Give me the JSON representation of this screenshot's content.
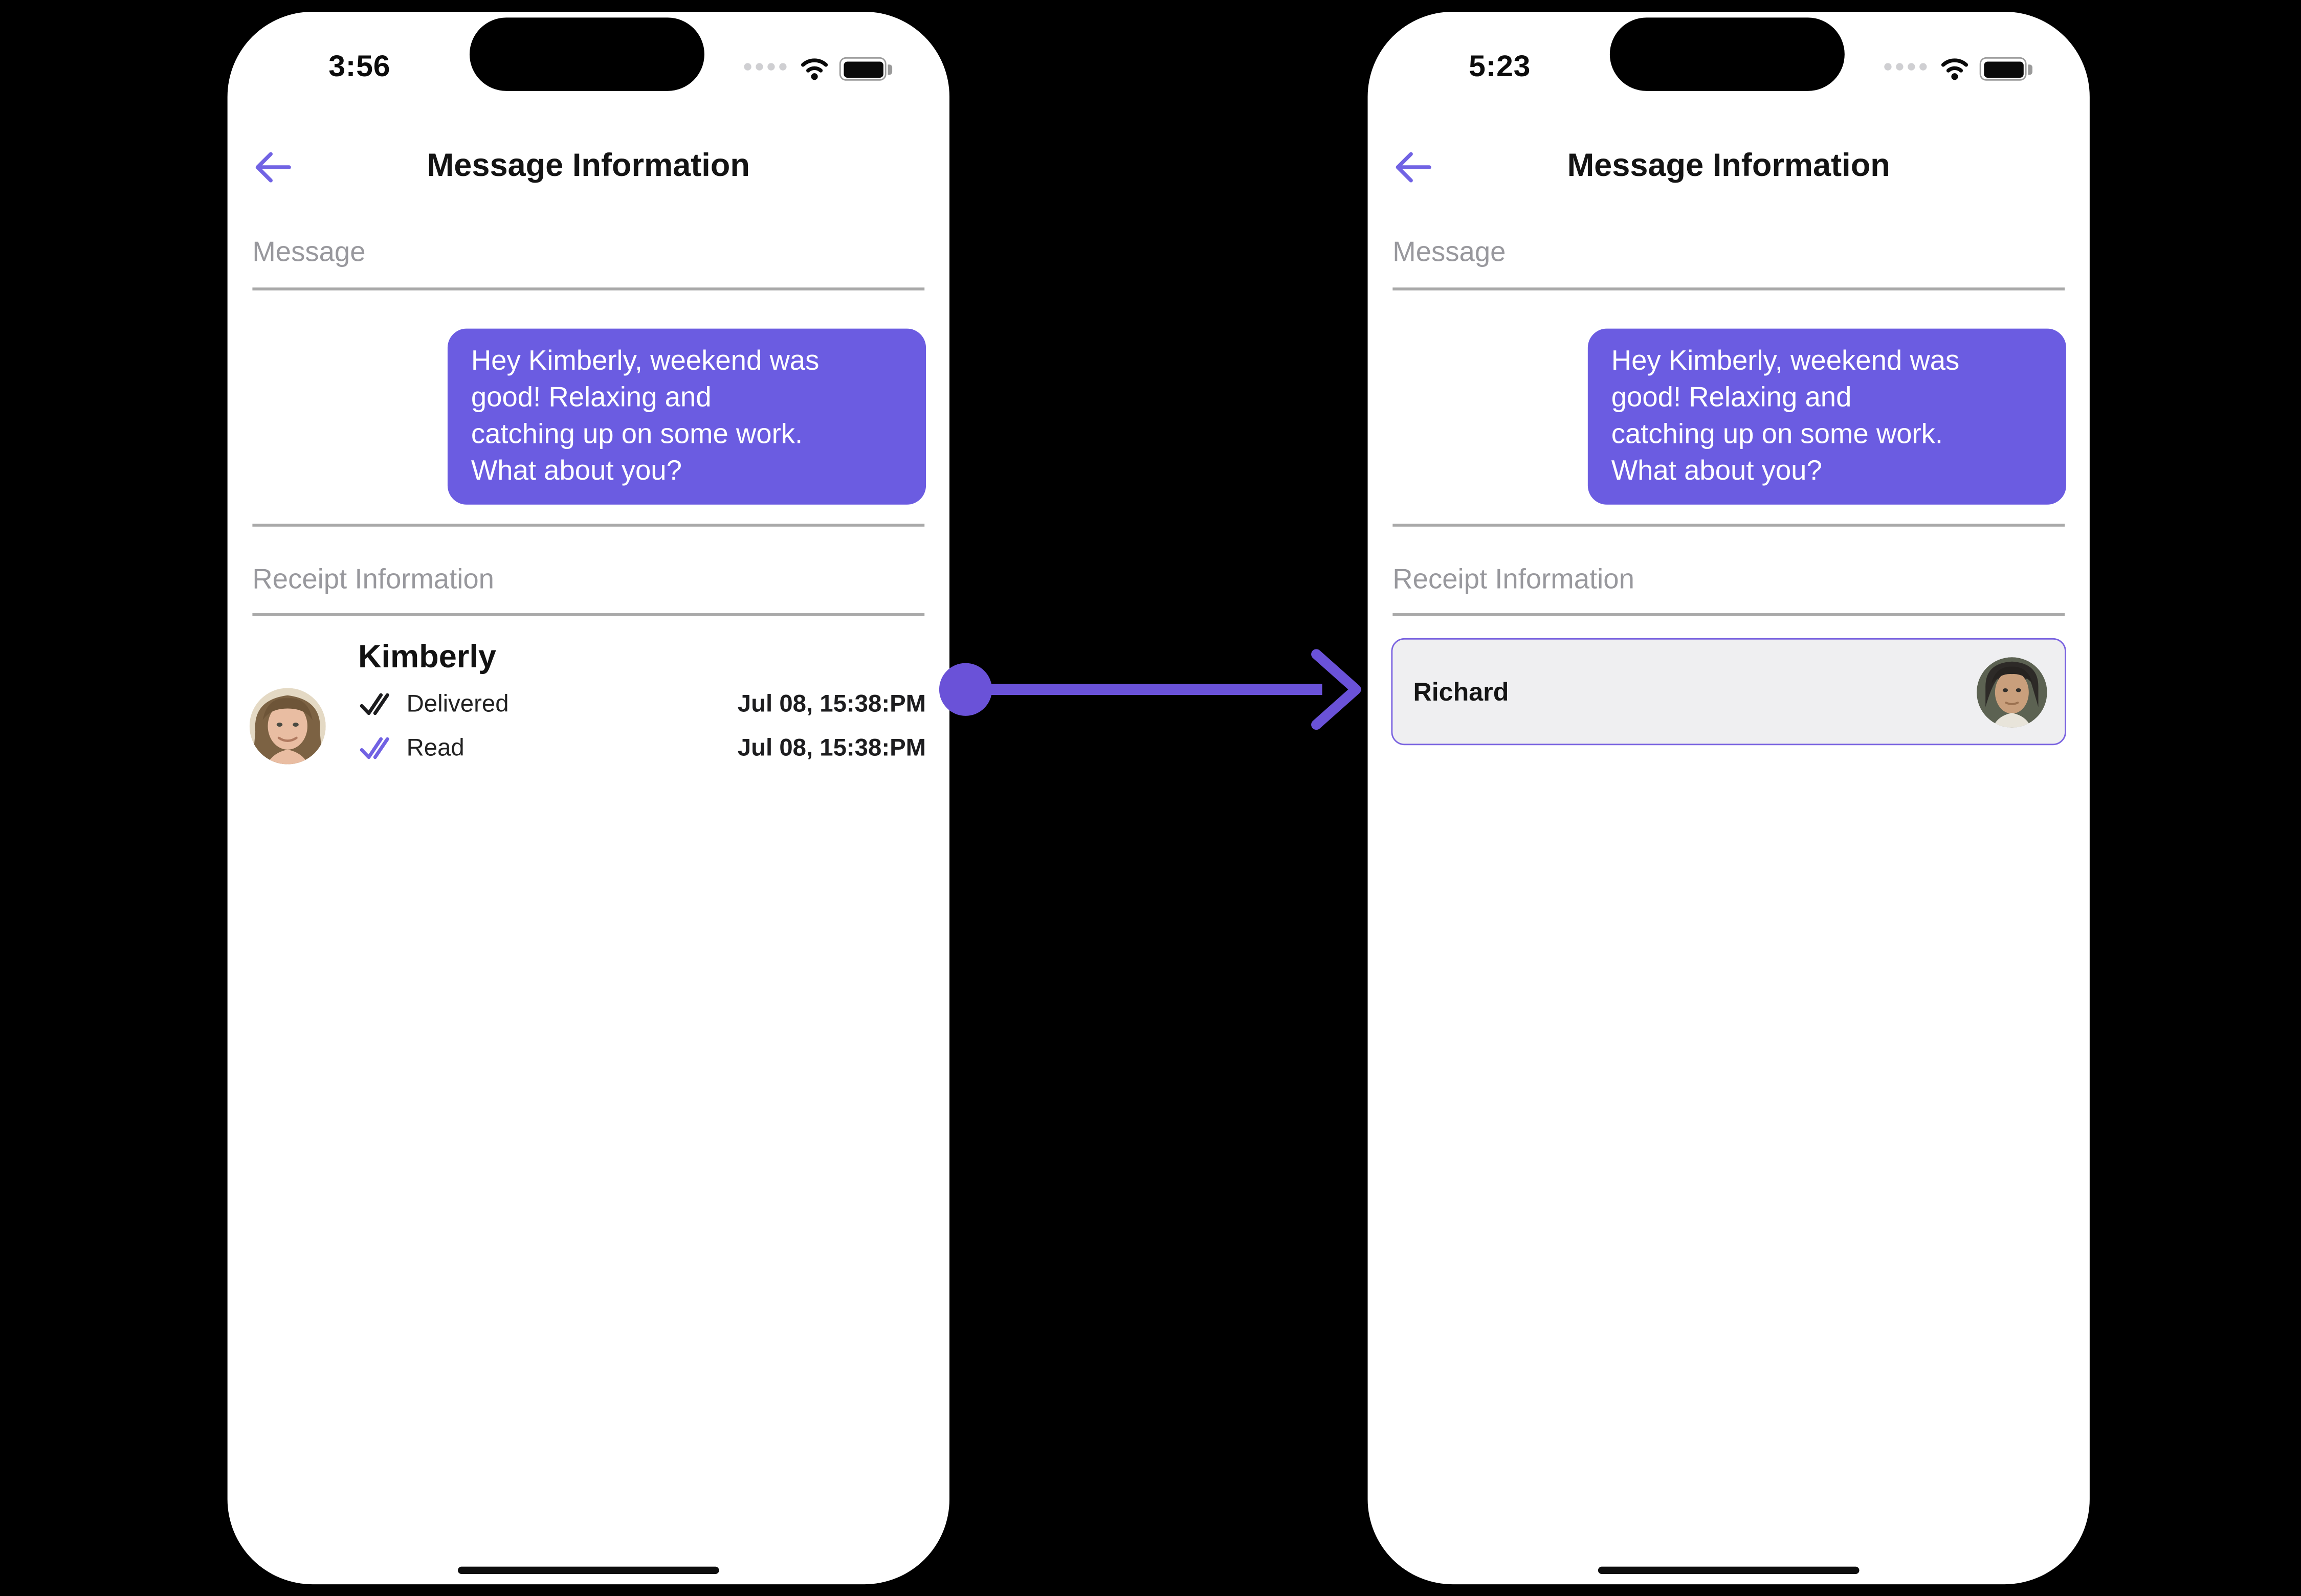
{
  "colors": {
    "accent_arrow": "#6a52d8",
    "accent_back": "#7163e4",
    "bubble_purple": "#6b5ce1",
    "card_border": "#7a63e0",
    "card_bg": "#efeff1",
    "section_label_gray": "#98989d"
  },
  "flow_arrow": {
    "direction": "left-phone-to-right-phone"
  },
  "phones": {
    "left": {
      "status_time": "3:56",
      "status_icons": [
        "cellular-dots",
        "wifi",
        "battery"
      ],
      "header": {
        "title": "Message Information",
        "back_icon": "arrow-left"
      },
      "message_section_label": "Message",
      "bubble_lines": [
        "Hey Kimberly, weekend was",
        "good!  Relaxing and",
        "catching up on some work.",
        "What about you?"
      ],
      "receipt_section_label": "Receipt Information",
      "receipt": {
        "contact_name": "Kimberly",
        "avatar": "woman-portrait",
        "rows": [
          {
            "label": "Delivered",
            "timestamp": "Jul 08, 15:38:PM",
            "check_style": "dark-double-check"
          },
          {
            "label": "Read",
            "timestamp": "Jul 08, 15:38:PM",
            "check_style": "purple-double-check"
          }
        ]
      }
    },
    "right": {
      "status_time": "5:23",
      "status_icons": [
        "cellular-dots",
        "wifi",
        "battery"
      ],
      "header": {
        "title": "Message Information",
        "back_icon": "arrow-left"
      },
      "message_section_label": "Message",
      "bubble_lines": [
        "Hey Kimberly, weekend was",
        "good!  Relaxing and",
        "catching up on some work.",
        "What about you?"
      ],
      "receipt_section_label": "Receipt Information",
      "receipt_card": {
        "contact_name": "Richard",
        "avatar": "man-portrait"
      }
    }
  }
}
